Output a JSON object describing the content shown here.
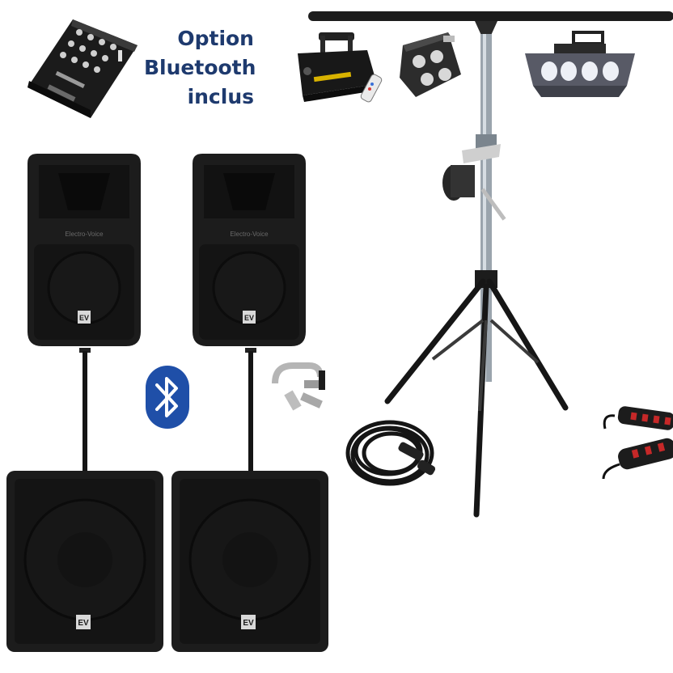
{
  "caption": {
    "line1": "Option",
    "line2": "Bluetooth",
    "line3": "inclus"
  },
  "speaker_brand": "Electro-Voice",
  "logo_mark": "EV",
  "colors": {
    "caption_text": "#1e3a6e",
    "bluetooth_badge": "#1f4fa8",
    "speaker_body": "#1c1c1c",
    "stand_chrome": "#9aa4ad",
    "cable": "#151515",
    "power_strip_switch": "#c62828"
  },
  "icons": [
    "dj-mixer-icon",
    "bluetooth-icon",
    "clamp-icon",
    "laser-light-icon",
    "moonflower-light-icon",
    "derby-light-icon",
    "tripod-stand-icon",
    "cable-icon",
    "power-strip-icon"
  ]
}
